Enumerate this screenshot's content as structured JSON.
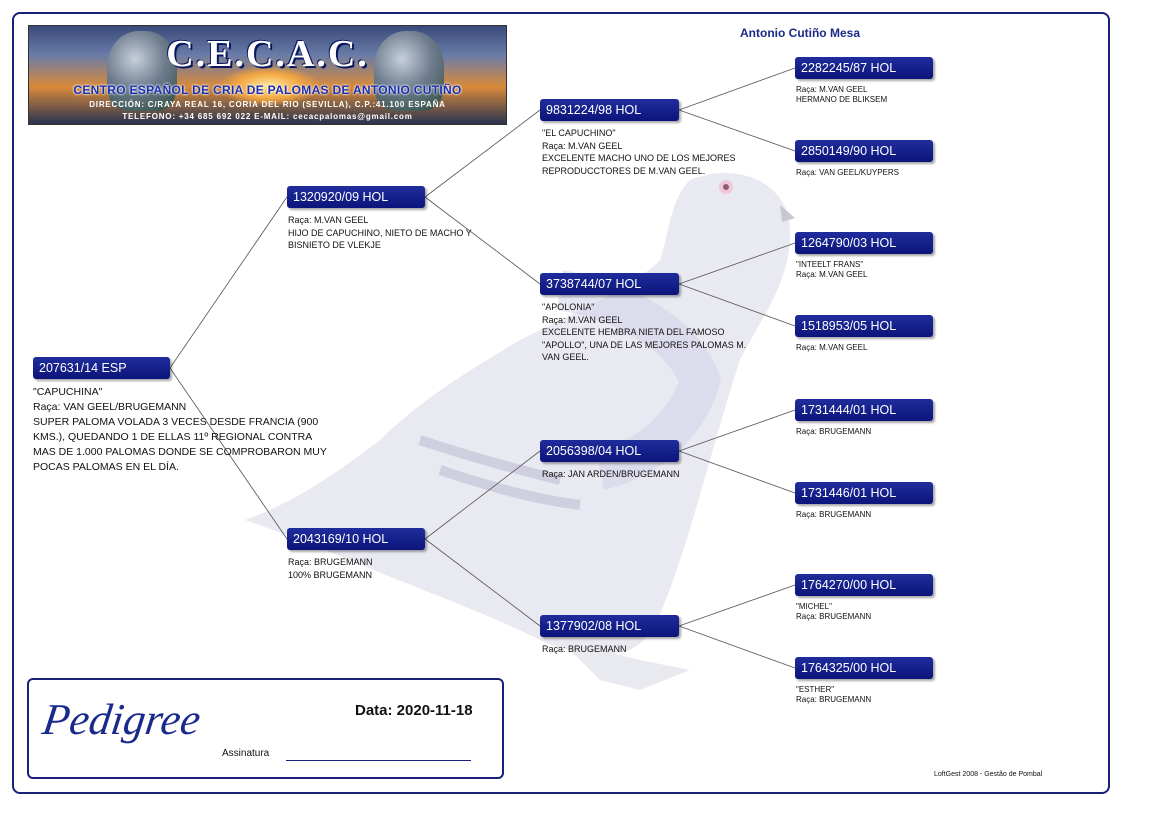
{
  "header": {
    "logo_text": "C.E.C.A.C.",
    "subtitle": "CENTRO ESPAÑOL DE CRIA DE PALOMAS DE ANTONIO CUTIÑO",
    "address": "DIRECCIÓN: C/RAYA REAL 16, CORIA DEL RIO (SEVILLA), C.P.:41.100 ESPAÑA",
    "contact": "TELEFONO: +34 685 692 022    E-MAIL: cecacpalomas@gmail.com",
    "owner": "Antonio Cutiño Mesa"
  },
  "pedigree": {
    "subject": {
      "ring": "207631/14 ESP",
      "info": "\"CAPUCHINA\"\nRaça: VAN GEEL/BRUGEMANN\nSUPER PALOMA VOLADA 3 VECES DESDE FRANCIA (900\nKMS.), QUEDANDO 1 DE ELLAS 11º REGIONAL CONTRA\nMAS DE 1.000 PALOMAS DONDE SE COMPROBARON MUY\nPOCAS PALOMAS EN EL DÍA."
    },
    "sire": {
      "ring": "1320920/09 HOL",
      "info": "Raça: M.VAN GEEL\nHIJO DE CAPUCHINO, NIETO DE MACHO Y\nBISNIETO DE VLEKJE"
    },
    "dam": {
      "ring": "2043169/10 HOL",
      "info": "Raça: BRUGEMANN\n100% BRUGEMANN"
    },
    "sire_sire": {
      "ring": "9831224/98 HOL",
      "info": "\"EL CAPUCHINO\"\nRaça: M.VAN GEEL\nEXCELENTE MACHO UNO DE LOS MEJORES\nREPRODUCCTORES DE M.VAN GEEL."
    },
    "sire_dam": {
      "ring": "3738744/07 HOL",
      "info": "\"APOLONIA\"\nRaça: M.VAN GEEL\nEXCELENTE HEMBRA NIETA DEL FAMOSO\n\"APOLLO\", UNA DE LAS MEJORES PALOMAS M.\nVAN GEEL."
    },
    "dam_sire": {
      "ring": "2056398/04 HOL",
      "info": "Raça: JAN ARDEN/BRUGEMANN"
    },
    "dam_dam": {
      "ring": "1377902/08 HOL",
      "info": "Raça: BRUGEMANN"
    },
    "g1": {
      "ring": "2282245/87 HOL",
      "info": "Raça: M.VAN GEEL\nHERMANO DE BLIKSEM"
    },
    "g2": {
      "ring": "2850149/90 HOL",
      "info": "Raça: VAN GEEL/KUYPERS"
    },
    "g3": {
      "ring": "1264790/03 HOL",
      "info": "\"INTEELT FRANS\"\nRaça: M.VAN GEEL"
    },
    "g4": {
      "ring": "1518953/05 HOL",
      "info": "Raça: M.VAN GEEL"
    },
    "g5": {
      "ring": "1731444/01 HOL",
      "info": "Raça: BRUGEMANN"
    },
    "g6": {
      "ring": "1731446/01 HOL",
      "info": "Raça: BRUGEMANN"
    },
    "g7": {
      "ring": "1764270/00 HOL",
      "info": "\"MICHEL\"\nRaça: BRUGEMANN"
    },
    "g8": {
      "ring": "1764325/00 HOL",
      "info": "\"ESTHER\"\nRaça: BRUGEMANN"
    }
  },
  "footer": {
    "title": "Pedigree",
    "date_label": "Data: 2020-11-18",
    "signature_label": "Assinatura",
    "credit": "LoftGest 2008  -  Gestão de Pombal"
  },
  "colors": {
    "accent": "#1a1f7a",
    "ring_bg": "#0b147a",
    "owner_text": "#1a2a8a"
  }
}
